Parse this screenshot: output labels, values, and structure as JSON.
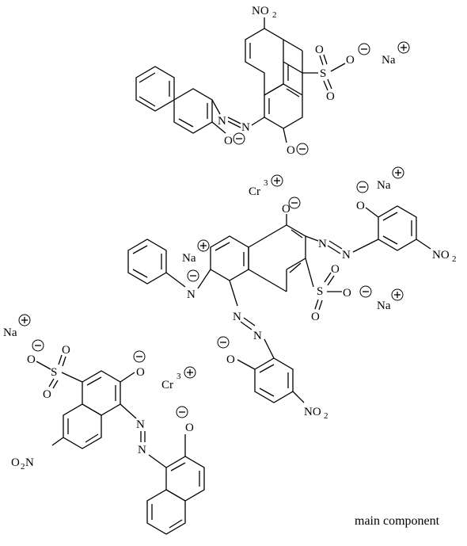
{
  "caption": "main component",
  "labels": {
    "no2_top": "NO",
    "no2_sub": "2",
    "o2n": "O",
    "o2n_sub": "2",
    "o2n_n": "N",
    "no2": "NO",
    "sub2": "2",
    "s": "S",
    "o": "O",
    "n": "N",
    "na": "Na",
    "cr": "Cr",
    "cr_sup": "3",
    "plus": "+",
    "minus": "−"
  }
}
